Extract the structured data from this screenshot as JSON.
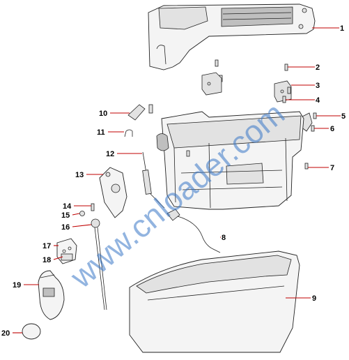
{
  "watermark": "www.cnloader.com",
  "callouts": [
    {
      "id": "1",
      "label": "1"
    },
    {
      "id": "2",
      "label": "2"
    },
    {
      "id": "3",
      "label": "3"
    },
    {
      "id": "4",
      "label": "4"
    },
    {
      "id": "5",
      "label": "5"
    },
    {
      "id": "6",
      "label": "6"
    },
    {
      "id": "7",
      "label": "7"
    },
    {
      "id": "8",
      "label": "8"
    },
    {
      "id": "9",
      "label": "9"
    },
    {
      "id": "10",
      "label": "10"
    },
    {
      "id": "11",
      "label": "11"
    },
    {
      "id": "12",
      "label": "12"
    },
    {
      "id": "13",
      "label": "13"
    },
    {
      "id": "14",
      "label": "14"
    },
    {
      "id": "15",
      "label": "15"
    },
    {
      "id": "16",
      "label": "16"
    },
    {
      "id": "17",
      "label": "17"
    },
    {
      "id": "18",
      "label": "18"
    },
    {
      "id": "19",
      "label": "19"
    },
    {
      "id": "20",
      "label": "20"
    }
  ],
  "colors": {
    "leader": "#c00000",
    "outline": "#222222",
    "watermark": "#3a78c8"
  }
}
